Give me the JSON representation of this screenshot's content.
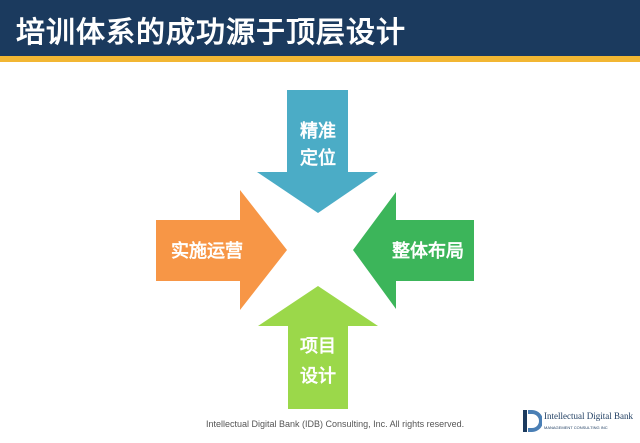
{
  "title": "培训体系的成功源于顶层设计",
  "arrows": {
    "top": {
      "line1": "精准",
      "line2": "定位",
      "color": "#4bacc6"
    },
    "left": {
      "label": "实施运营",
      "color": "#f79646"
    },
    "right": {
      "label": "整体布局",
      "color": "#3cb55a"
    },
    "bottom": {
      "line1": "项目",
      "line2": "设计",
      "color": "#9bd84a"
    }
  },
  "footer": "Intellectual Digital Bank (IDB) Consulting, Inc.   All rights reserved.",
  "logo": {
    "name": "Intellectual Digital Bank",
    "sub": "MANAGEMENT CONSULTING INC"
  },
  "colors": {
    "title_bar": "#1b3a5e",
    "accent": "#f2b632"
  }
}
